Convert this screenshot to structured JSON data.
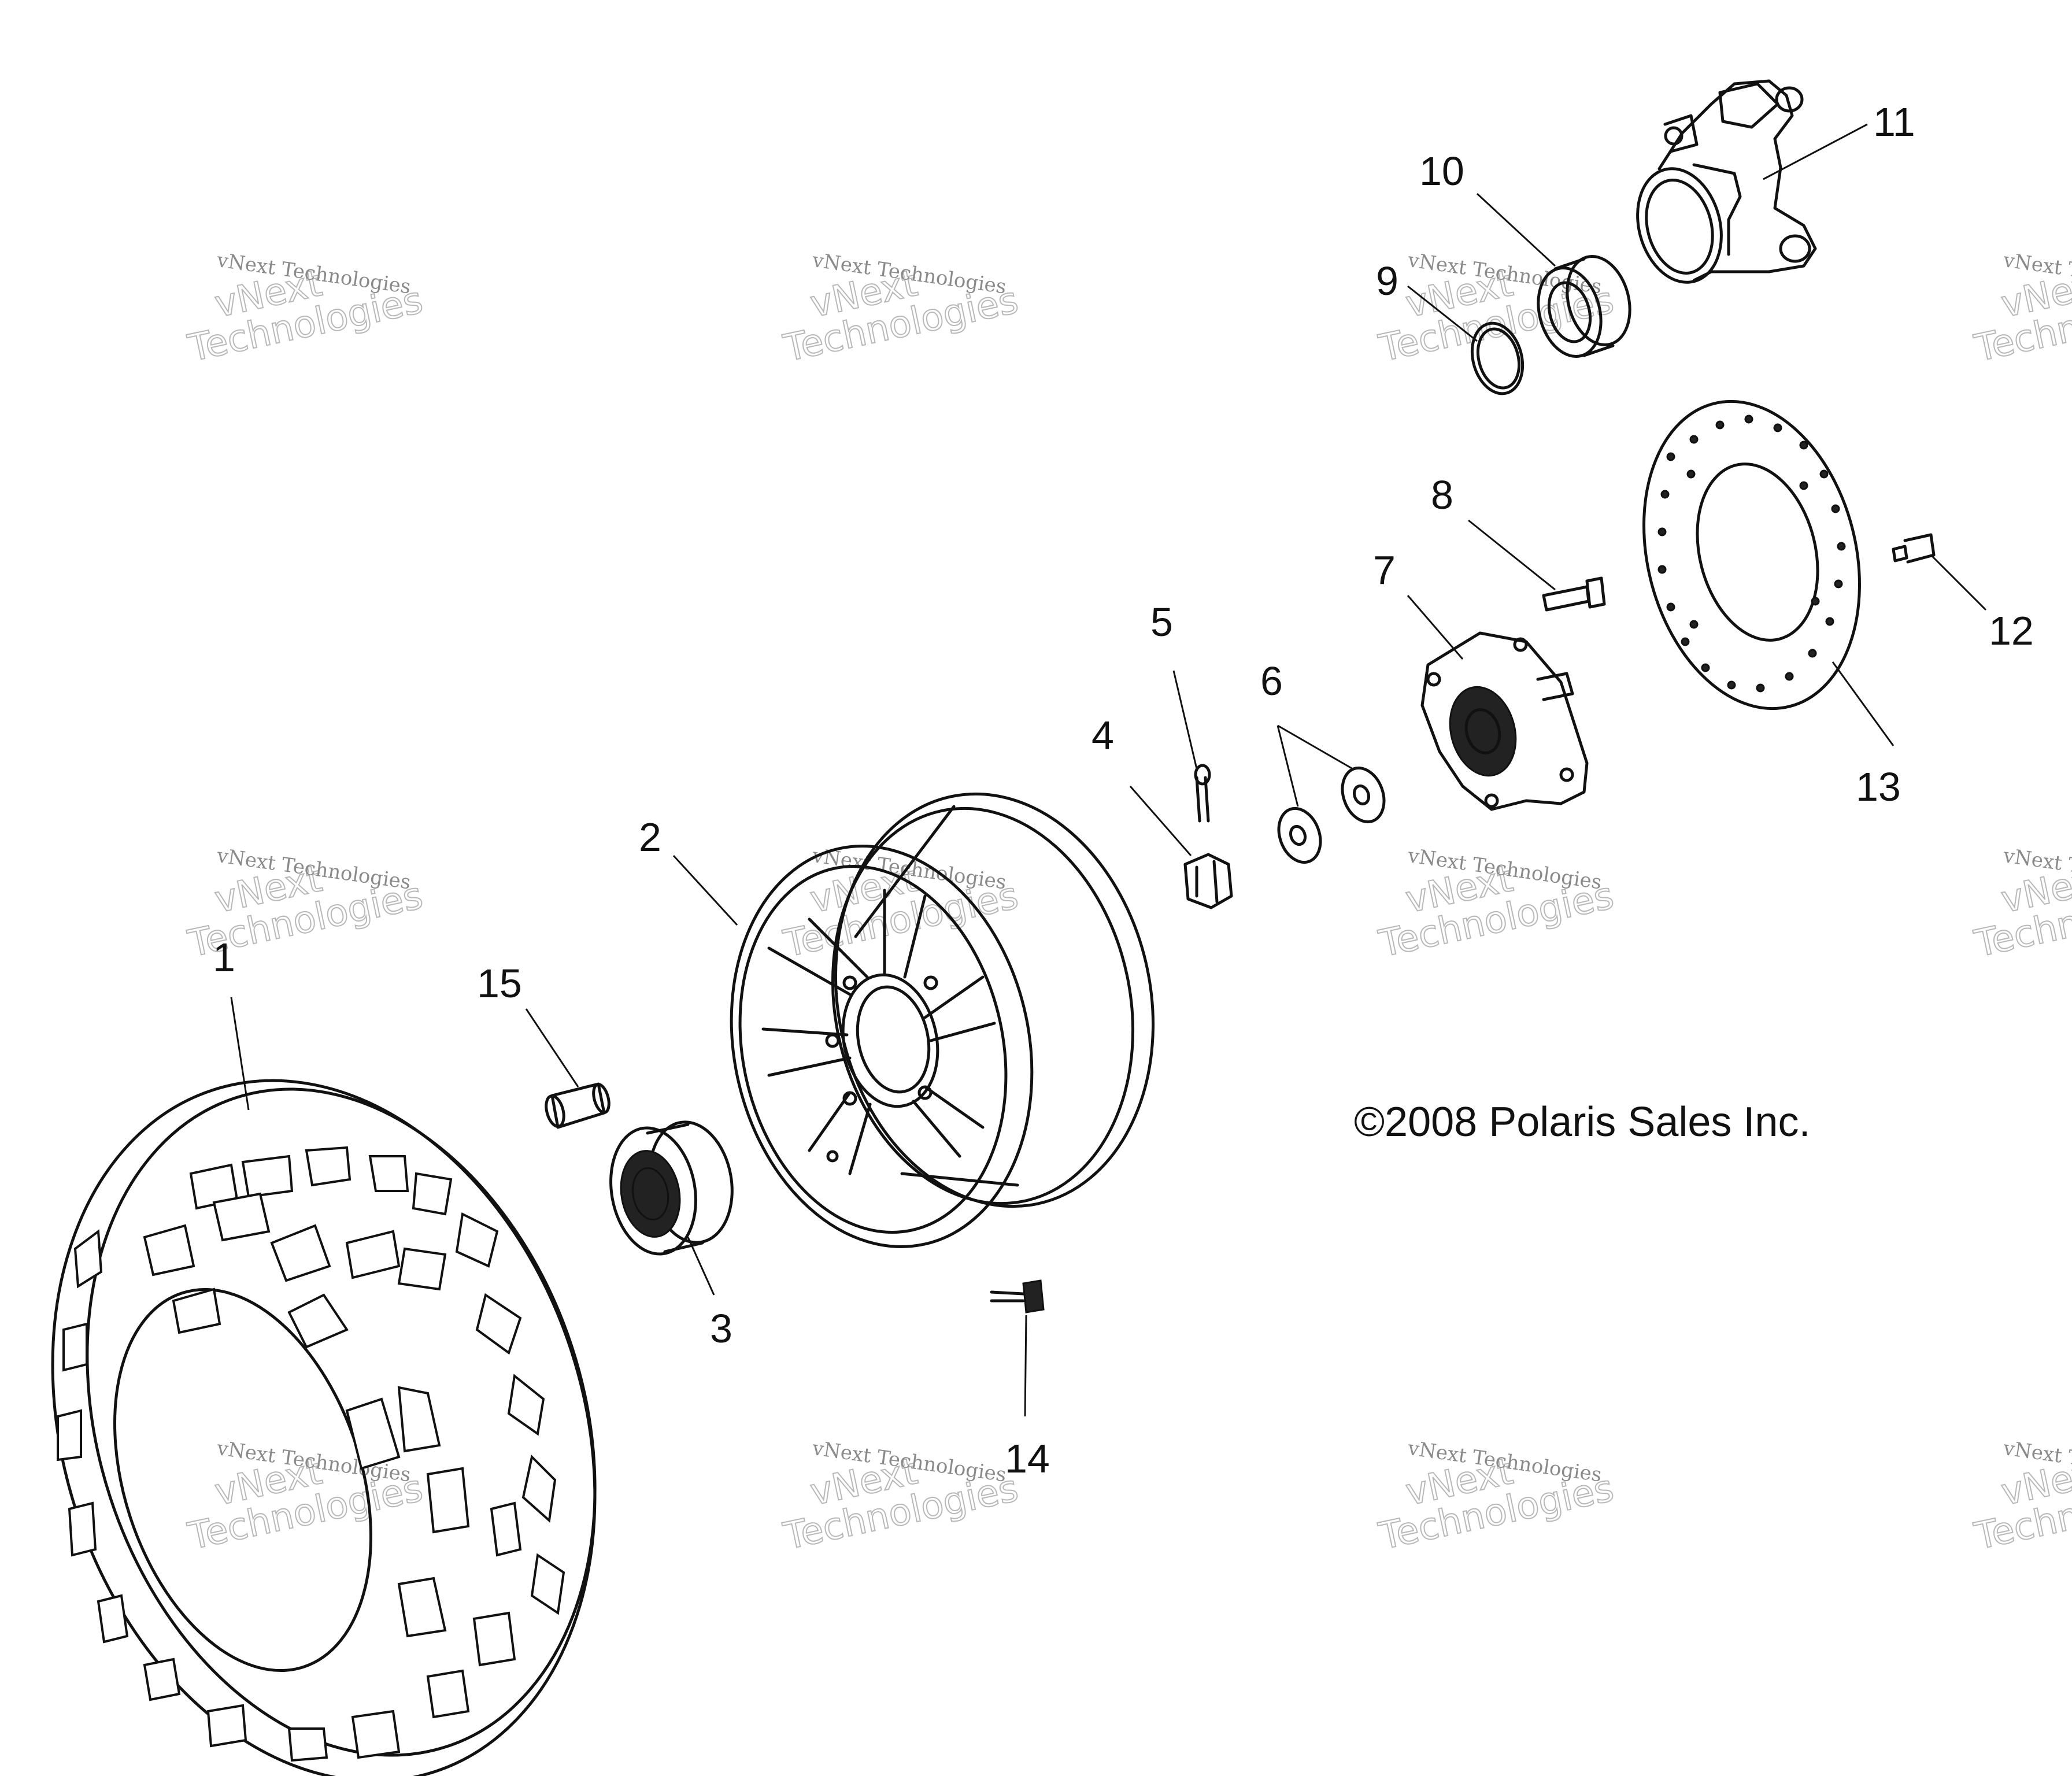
{
  "diagram": {
    "copyright": "©2008 Polaris Sales Inc.",
    "watermark": {
      "small_text": "vNext Technologies",
      "big_line1": "vNext",
      "big_line2": "Technologies"
    },
    "callouts": [
      "1",
      "2",
      "3",
      "4",
      "5",
      "6",
      "7",
      "8",
      "9",
      "10",
      "11",
      "12",
      "13",
      "14",
      "15"
    ]
  },
  "colors": {
    "line": "#111111",
    "watermark": "#8a8a8a",
    "background": "#ffffff"
  }
}
